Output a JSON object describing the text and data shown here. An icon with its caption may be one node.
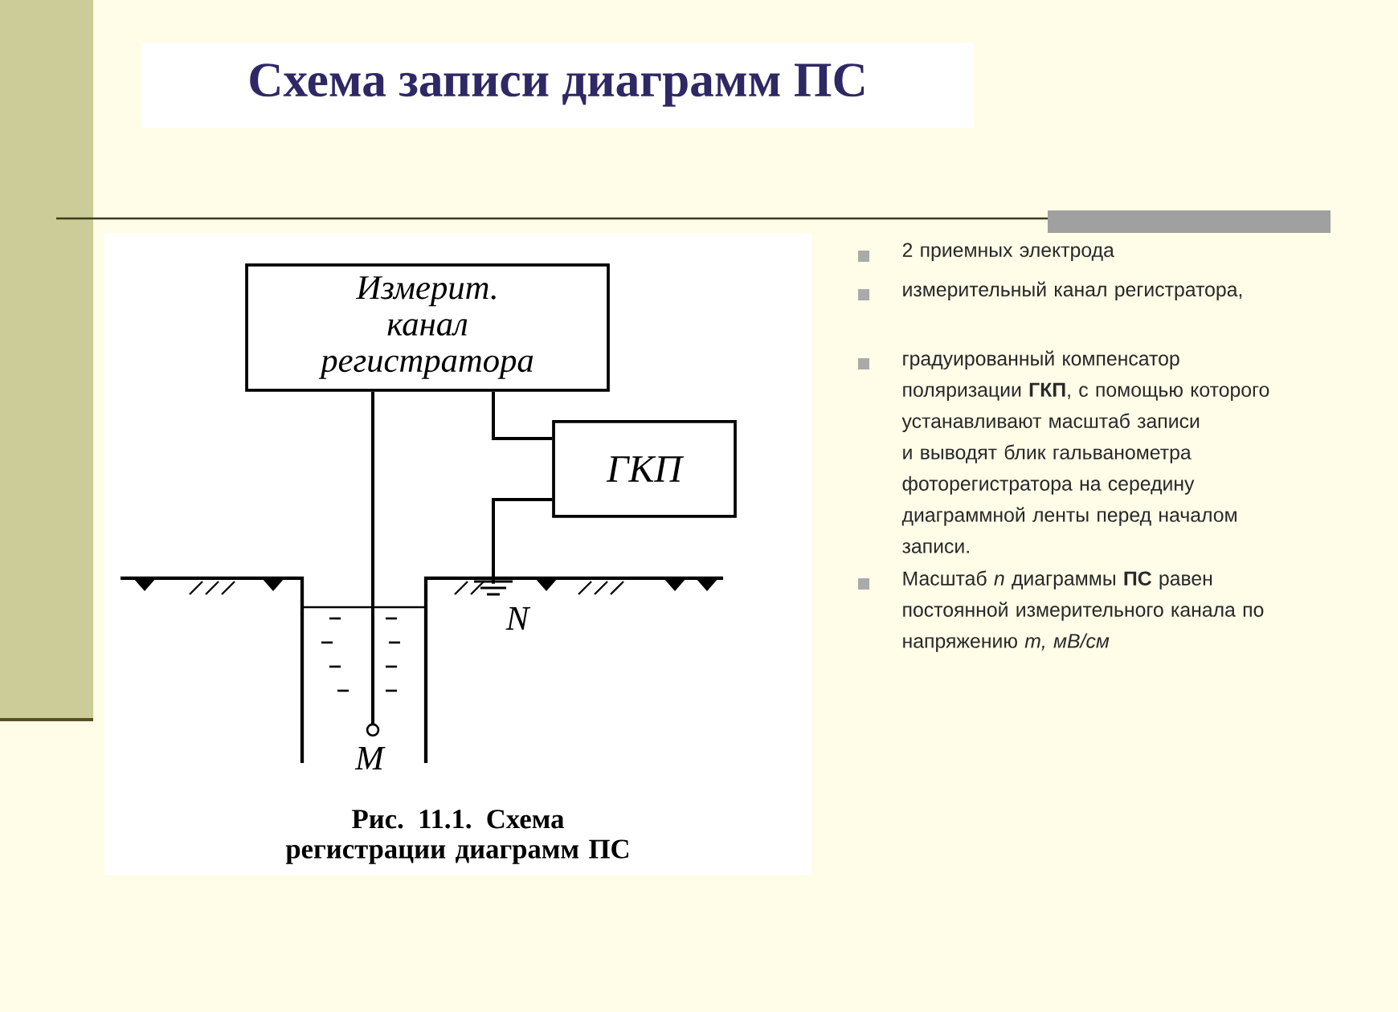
{
  "diagram": {
    "title": "Схема записи диаграмм ПС",
    "caption": "Рис. 11.1. Схема регистрации диаграмм ПС",
    "nodes": [
      {
        "text": [
          "Измерит. канал регистратора"
        ]
      },
      {
        "text": [
          "ГКП"
        ]
      },
      {
        "text": [
          "М"
        ]
      },
      {
        "text": [
          "N"
        ]
      }
    ],
    "edges": [
      {
        "from": 0,
        "to": 2,
        "arrow": "none"
      },
      {
        "from": 0,
        "to": 1,
        "arrow": "none"
      },
      {
        "from": 1,
        "to": 3,
        "arrow": "none"
      }
    ],
    "labels": [
      "2 приемных электрода",
      "измерительный канал регистратора,",
      "градуированный компенсатор поляризации **ГКП**, с помощью которого устанавливают масштаб записи и выводят блик гальванометра фоторегистратора на середину диаграммной ленты перед началом записи.",
      "Масштаб *n* диаграммы **ПС** равен постоянной измерительного канала по напряжению *m, мВ/см*"
    ]
  }
}
